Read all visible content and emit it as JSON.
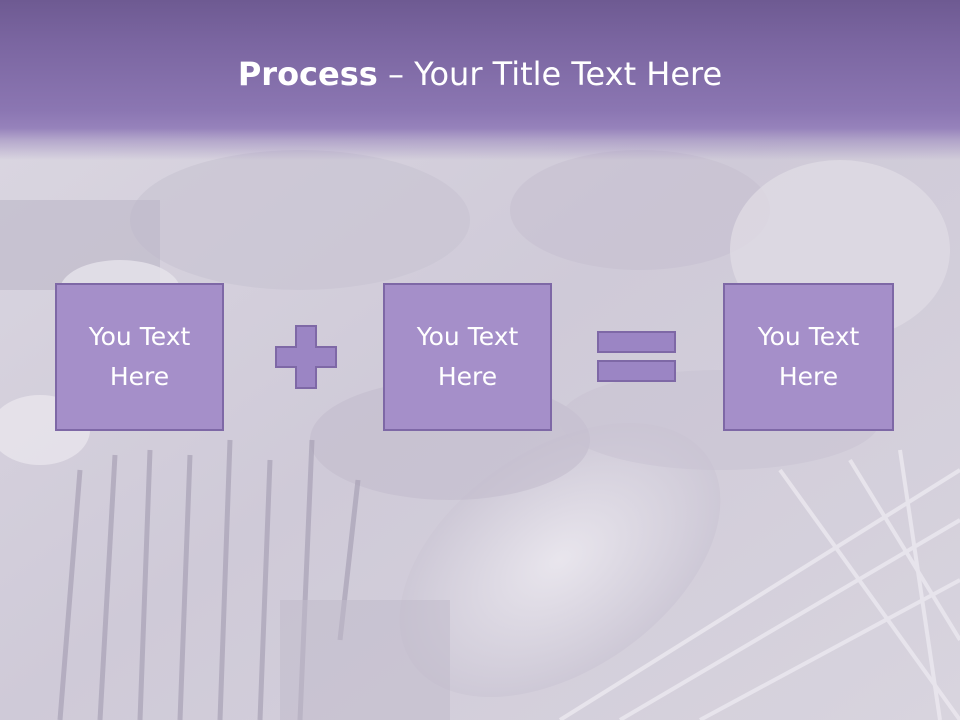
{
  "title": {
    "bold": "Process",
    "rest": " – Your Title Text Here"
  },
  "boxes": [
    {
      "text": "You Text Here"
    },
    {
      "text": "You Text Here"
    },
    {
      "text": "You Text Here"
    }
  ],
  "operators": {
    "plus": "plus-icon",
    "equals": "equals-icon"
  },
  "colors": {
    "title_band": "#8b76b2",
    "box_fill": "#a58fc9",
    "box_border": "#7e68a6",
    "operator_fill": "#9b85c4"
  }
}
